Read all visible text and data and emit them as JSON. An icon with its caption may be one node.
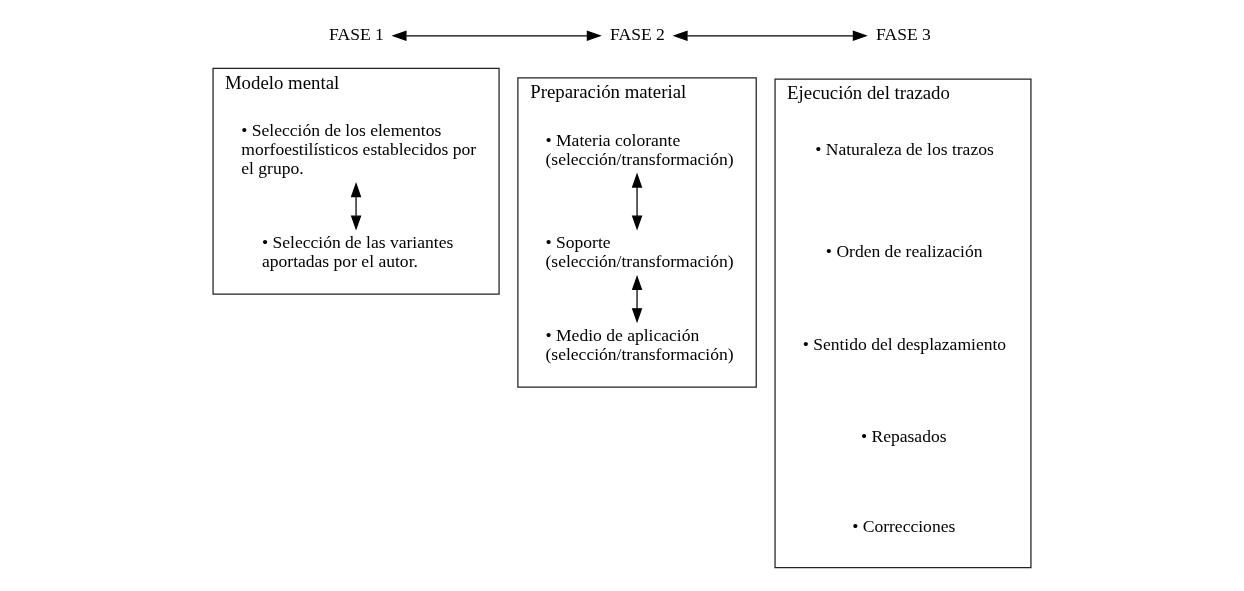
{
  "diagram": {
    "nodes": [
      {
        "text": [
          "FASE 1"
        ]
      },
      {
        "text": [
          "FASE 2"
        ]
      },
      {
        "text": [
          "FASE 3"
        ]
      },
      {
        "text": [
          "Modelo mental"
        ]
      },
      {
        "text": [
          "• Selección de los elementos morfoestilísticos establecidos por el grupo."
        ],
        "in": 3
      },
      {
        "text": [
          "• Selección de las variantes aportadas por el autor."
        ],
        "in": 3
      },
      {
        "text": [
          "Preparación material"
        ]
      },
      {
        "text": [
          "• Materia colorante (selección/transformación)"
        ],
        "in": 6
      },
      {
        "text": [
          "• Soporte (selección/transformación)"
        ],
        "in": 6
      },
      {
        "text": [
          "• Medio de aplicación (selección/transformación)"
        ],
        "in": 6
      },
      {
        "text": [
          "Ejecución del trazado"
        ]
      },
      {
        "text": [
          "• Naturaleza de los trazos"
        ],
        "in": 10
      },
      {
        "text": [
          "• Orden de realización"
        ],
        "in": 10
      },
      {
        "text": [
          "• Sentido del desplazamiento"
        ],
        "in": 10
      },
      {
        "text": [
          "• Repasados"
        ],
        "in": 10
      },
      {
        "text": [
          "• Correcciones"
        ],
        "in": 10
      }
    ],
    "edges": [
      {
        "from": 0,
        "to": 1,
        "arrow": "both"
      },
      {
        "from": 1,
        "to": 2,
        "arrow": "both"
      },
      {
        "from": 4,
        "to": 5,
        "arrow": "both"
      },
      {
        "from": 7,
        "to": 8,
        "arrow": "both"
      },
      {
        "from": 8,
        "to": 9,
        "arrow": "both"
      }
    ]
  }
}
